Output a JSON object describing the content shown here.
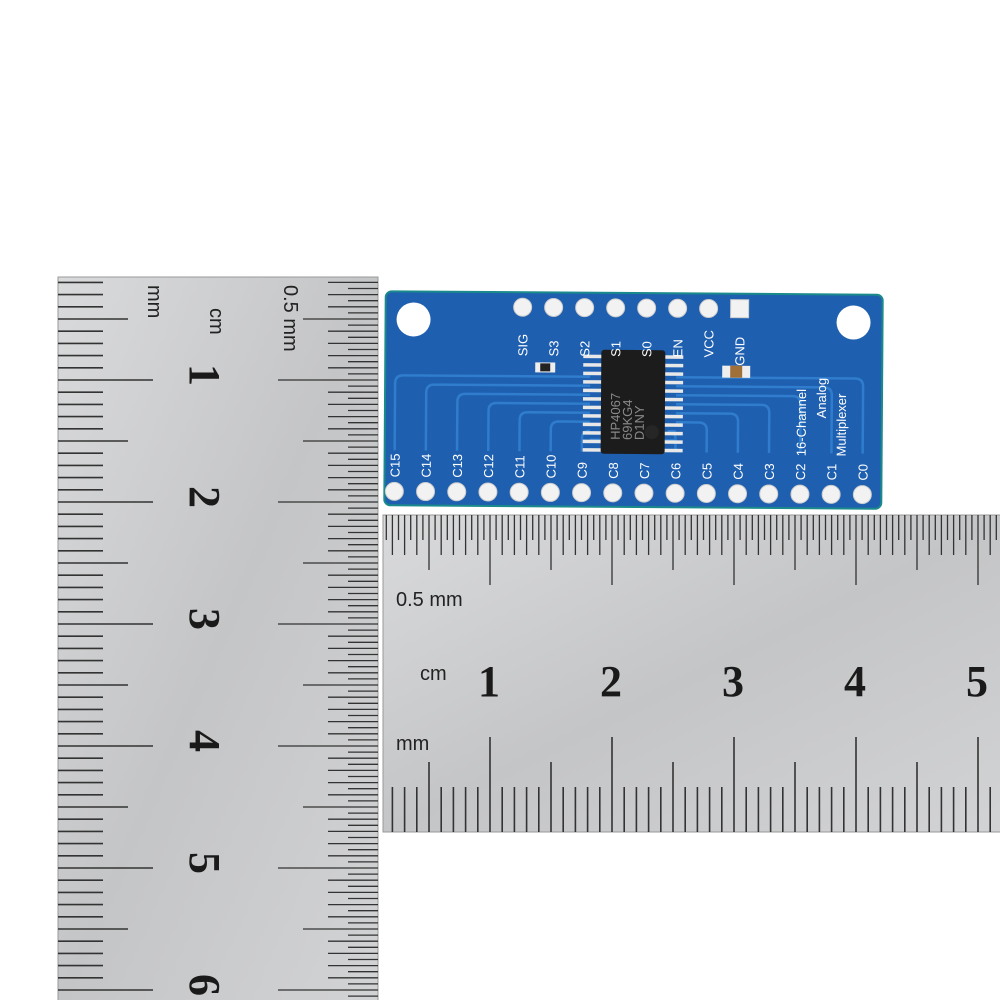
{
  "vertical_ruler": {
    "unit_labels": {
      "mm_left": "mm",
      "cm": "cm",
      "half_mm": "0.5 mm"
    },
    "numbers": [
      "1",
      "2",
      "3",
      "4",
      "5",
      "6"
    ]
  },
  "horizontal_ruler": {
    "unit_labels": {
      "half_mm": "0.5 mm",
      "cm": "cm",
      "mm": "mm"
    },
    "numbers": [
      "1",
      "2",
      "3",
      "4",
      "5"
    ]
  },
  "board": {
    "colors": {
      "pcb": "#1f5fb0",
      "trace": "#2a74c4",
      "chip": "#1c1c1c",
      "pad": "#f2f2f2"
    },
    "chip_text": [
      "HP4067",
      "69KG4",
      "D1NY"
    ],
    "title_lines": [
      "16-Channel",
      "Analog",
      "Multiplexer"
    ],
    "top_pins": [
      "SIG",
      "S3",
      "S2",
      "S1",
      "S0",
      "EN",
      "VCC",
      "GND"
    ],
    "bottom_pins": [
      "C15",
      "C14",
      "C13",
      "C12",
      "C11",
      "C10",
      "C9",
      "C8",
      "C7",
      "C6",
      "C5",
      "C4",
      "C3",
      "C2",
      "C1",
      "C0"
    ]
  }
}
